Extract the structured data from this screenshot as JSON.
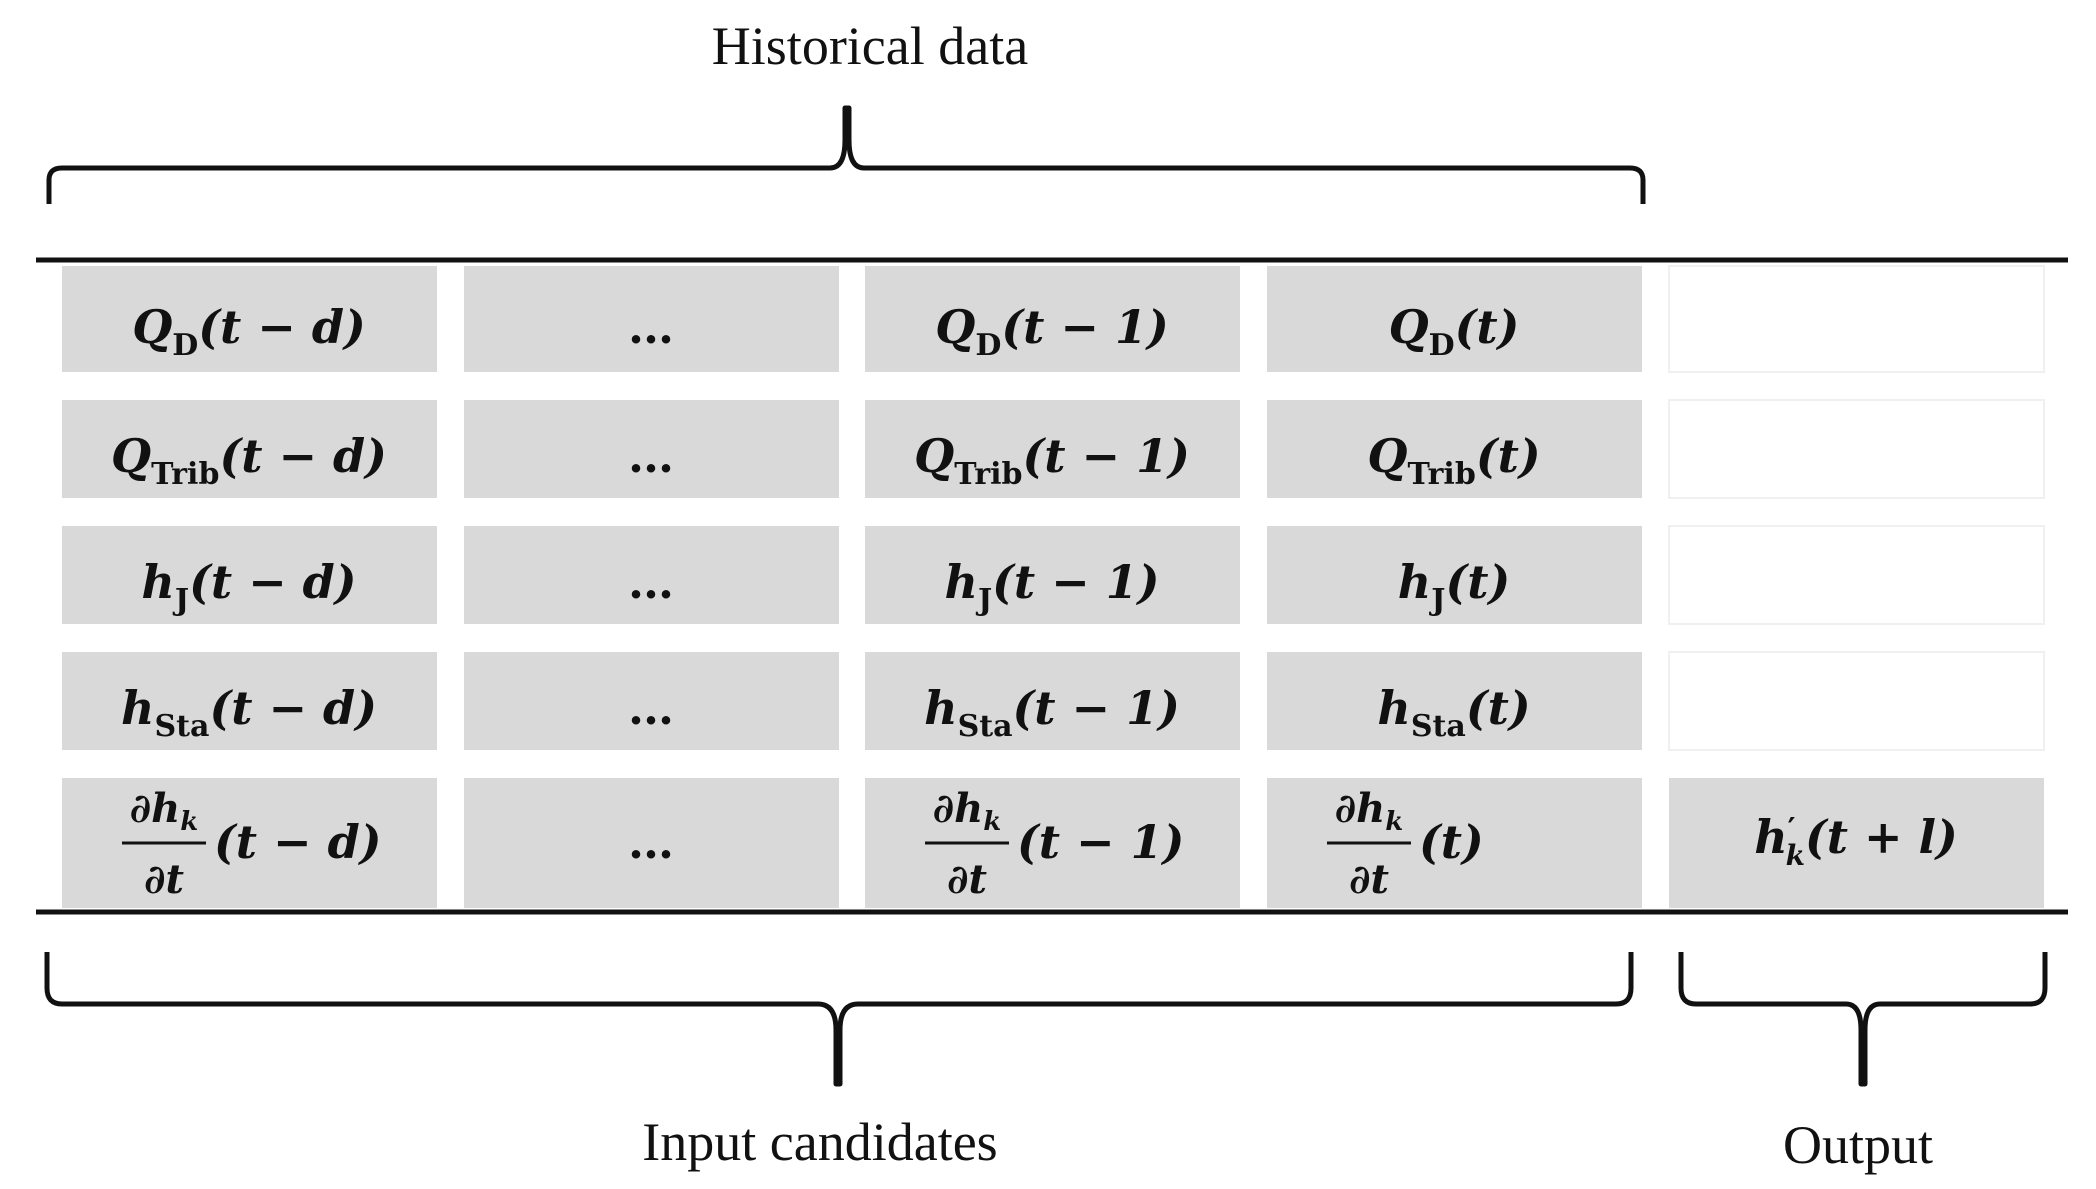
{
  "labels": {
    "historical": "Historical data",
    "input": "Input candidates",
    "output": "Output"
  },
  "colors": {
    "cell_fill": "#d9d9d9",
    "line": "#111111",
    "background": "#ffffff"
  },
  "rows": [
    {
      "symbol": "Q",
      "subscript": "D",
      "cells": [
        "(t − d)",
        "…",
        "(t − 1)",
        "(t)"
      ],
      "output": ""
    },
    {
      "symbol": "Q",
      "subscript": "Trib",
      "cells": [
        "(t − d)",
        "…",
        "(t − 1)",
        "(t)"
      ],
      "output": ""
    },
    {
      "symbol": "h",
      "subscript": "J",
      "cells": [
        "(t − d)",
        "…",
        "(t − 1)",
        "(t)"
      ],
      "output": ""
    },
    {
      "symbol": "h",
      "subscript": "Sta",
      "cells": [
        "(t − d)",
        "…",
        "(t − 1)",
        "(t)"
      ],
      "output": ""
    }
  ],
  "derivative_row": {
    "numerator": "∂h",
    "numerator_sub": "k",
    "denominator": "∂t",
    "cells": [
      "(t − d)",
      "…",
      "(t − 1)",
      "(t)"
    ],
    "output": {
      "symbol": "h",
      "prime": "′",
      "subscript": "k",
      "args": "(t + l)"
    }
  }
}
